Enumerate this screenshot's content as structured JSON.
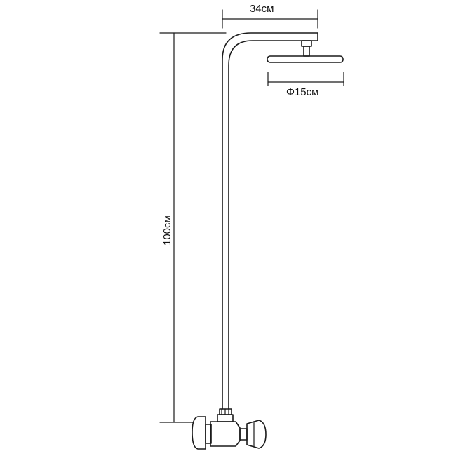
{
  "dimensions": {
    "width_label": "34см",
    "diameter_label": "Φ15см",
    "height_label": "100см"
  },
  "colors": {
    "line": "#1a1a1a",
    "background": "#ffffff"
  }
}
